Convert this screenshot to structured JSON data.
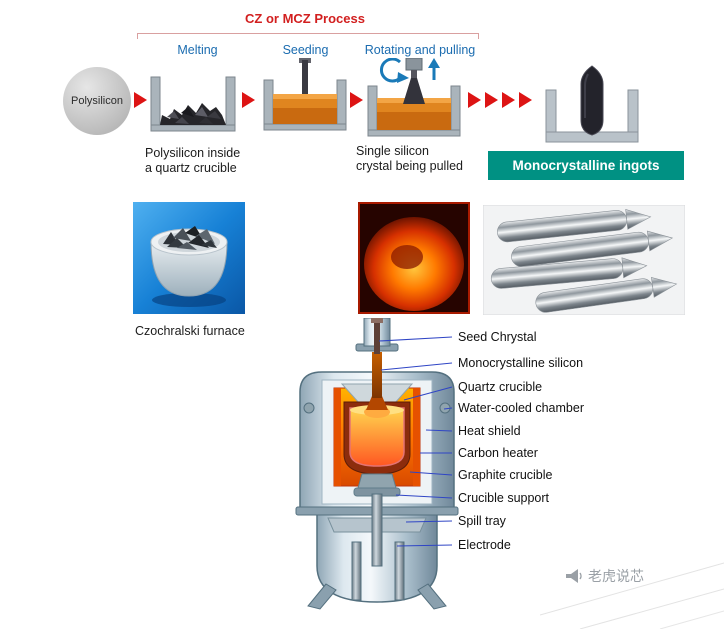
{
  "process": {
    "title": "CZ or MCZ Process",
    "stages": [
      "Melting",
      "Seeding",
      "Rotating and pulling"
    ],
    "source_label": "Polysilicon",
    "caption_crucible": "Polysilicon inside\na quartz crucible",
    "caption_pulling": "Single silicon\ncrystal being pulled",
    "banner": "Monocrystalline ingots"
  },
  "photos": {
    "furnace_caption": "Czochralski furnace"
  },
  "furnace_diagram": {
    "labels": [
      "Seed Chrystal",
      "Monocrystalline silicon",
      "Quartz crucible",
      "Water-cooled chamber",
      "Heat shield",
      "Carbon heater",
      "Graphite crucible",
      "Crucible support",
      "Spill tray",
      "Electrode"
    ]
  },
  "watermark": {
    "text": "老虎说芯"
  },
  "colors": {
    "title_red": "#d21f1f",
    "stage_blue": "#1b6cb0",
    "arrow_red": "#dd1414",
    "banner_teal": "#009183",
    "leader_blue": "#2f45c5",
    "molten_orange": "#e07818"
  }
}
